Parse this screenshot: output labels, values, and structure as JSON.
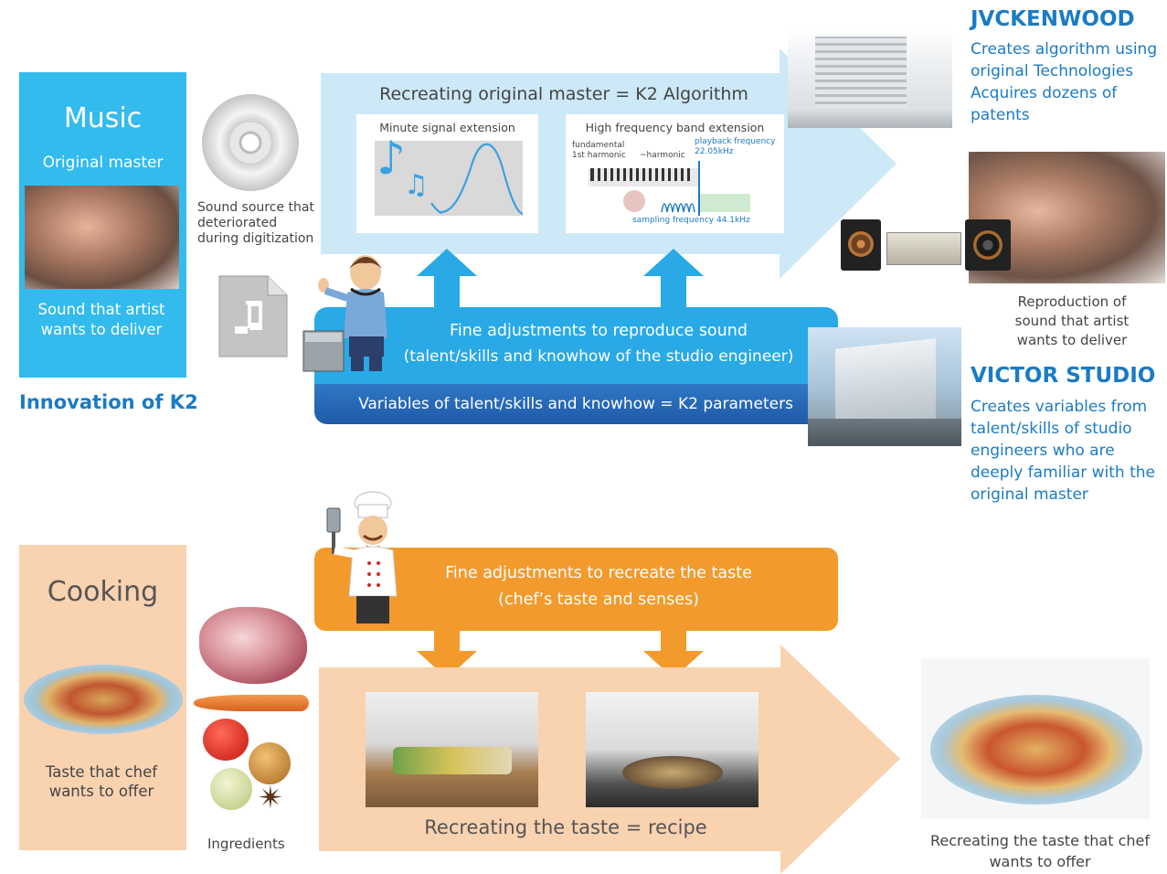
{
  "music": {
    "title": "Music",
    "original_master": "Original master",
    "caption": "Sound that artist wants to deliver",
    "innovation": "Innovation of K2"
  },
  "cd_caption": "Sound source that deteriorated during digitization",
  "k2_arrow": {
    "title": "Recreating original master = K2 Algorithm",
    "panel1_title": "Minute signal extension",
    "panel2_title": "High frequency band extension",
    "panel2_fundamental": "fundamental",
    "panel2_1st_harmonic": "1st harmonic",
    "panel2_harmonic": "~harmonic",
    "panel2_playback1": "playback frequency",
    "panel2_playback2": "22.05kHz",
    "panel2_sampling": "sampling frequency 44.1kHz"
  },
  "engineer_box": {
    "line1": "Fine adjustments to reproduce sound",
    "line2": "(talent/skills and knowhow of the studio engineer)",
    "variables": "Variables of talent/skills and knowhow = K2 parameters"
  },
  "jvc": {
    "name": "JVCKENWOOD",
    "desc": "Creates algorithm using original Technologies Acquires dozens of patents"
  },
  "reproduction_caption": "Reproduction of sound that artist wants to deliver",
  "victor": {
    "name": "VICTOR STUDIO",
    "desc": "Creates variables from talent/skills of studio engineers who are deeply familiar with the original master"
  },
  "cooking": {
    "title": "Cooking",
    "caption": "Taste that chef wants to offer",
    "ingredients": "Ingredients",
    "chef_line1": "Fine adjustments to recreate the taste",
    "chef_line2": "(chef’s taste and senses)",
    "recipe": "Recreating the taste = recipe",
    "result_caption": "Recreating the taste that chef wants to offer"
  },
  "colors": {
    "music_blue": "#33bbee",
    "arrow_light_blue": "#cde9f8",
    "engineer_blue": "#29a9e6",
    "variables_navy": "#2469b8",
    "brand_blue": "#1b7bc4",
    "cooking_peach": "#f9d2b0",
    "chef_orange": "#f29a2c"
  }
}
